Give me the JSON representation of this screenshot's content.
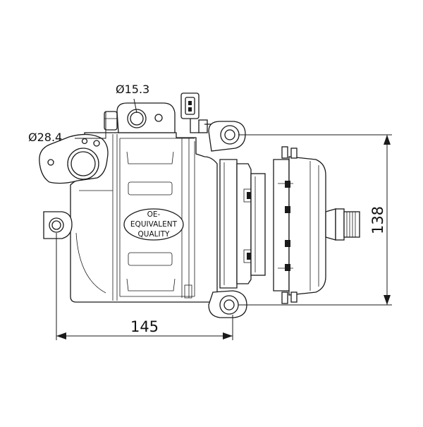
{
  "labels": {
    "port_small": "Ø15.3",
    "port_large": "Ø28.4"
  },
  "dimensions": {
    "width": "145",
    "height": "138"
  },
  "badge": {
    "line1": "OE-",
    "line2": "EQUIVALENT",
    "line3": "QUALITY"
  }
}
